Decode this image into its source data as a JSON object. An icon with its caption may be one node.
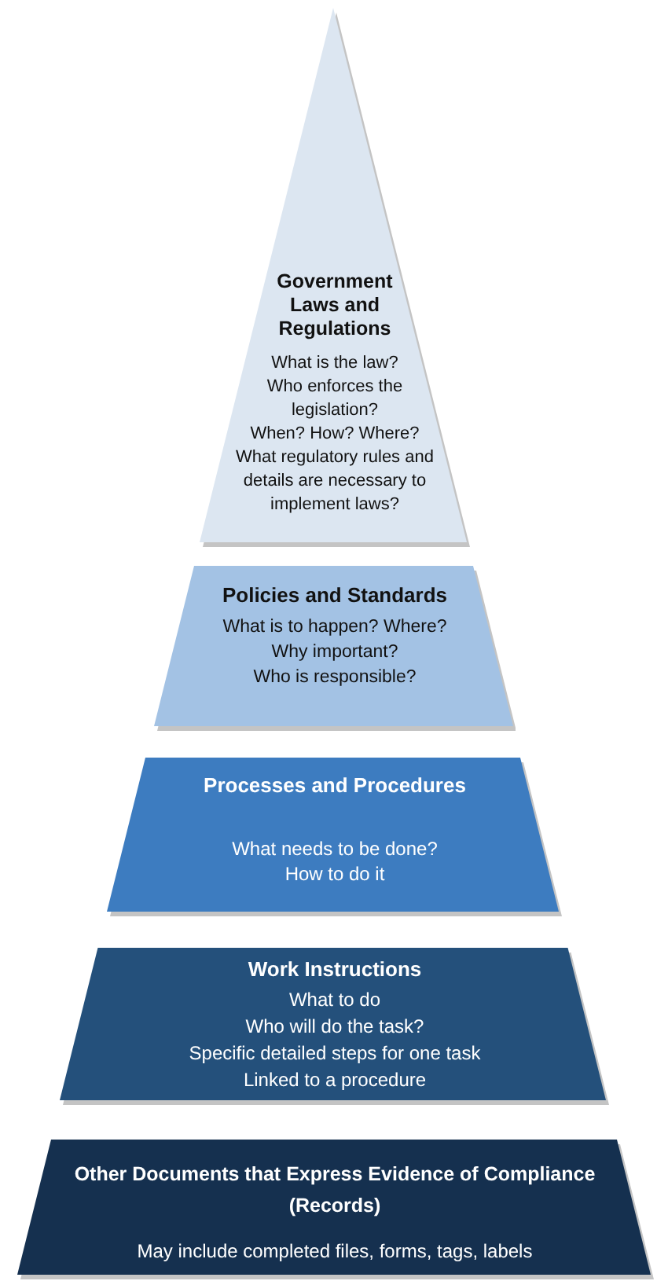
{
  "diagram": {
    "nodes": [
      {
        "text": [
          "Government Laws and Regulations",
          "What is the law?",
          "Who enforces the legislation?",
          "When? How? Where?",
          "What regulatory rules and details are necessary to implement laws?"
        ]
      },
      {
        "text": [
          "Policies and Standards",
          "What is to happen? Where?",
          "Why important?",
          "Who is responsible?"
        ]
      },
      {
        "text": [
          "Processes and Procedures",
          "What needs to be done?",
          "How to do it"
        ]
      },
      {
        "text": [
          "Work Instructions",
          "What to do",
          "Who will do the task?",
          "Specific detailed steps for one task",
          "Linked to a procedure"
        ]
      },
      {
        "text": [
          "Other Documents that Express Evidence of Compliance (Records)",
          "May include completed files, forms, tags, labels"
        ]
      }
    ]
  }
}
